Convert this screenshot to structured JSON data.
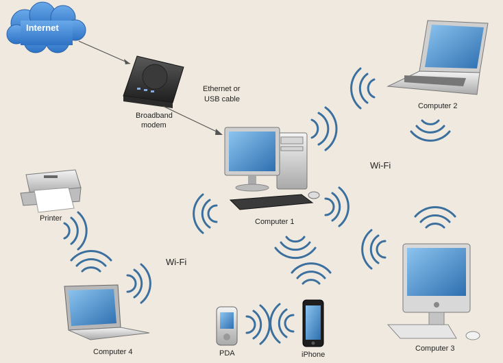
{
  "labels": {
    "internet": "Internet",
    "modem_line1": "Broadband",
    "modem_line2": "modem",
    "cable_line1": "Ethernet or",
    "cable_line2": "USB cable",
    "computer1": "Computer 1",
    "computer2": "Computer 2",
    "computer3": "Computer 3",
    "computer4": "Computer 4",
    "printer": "Printer",
    "pda": "PDA",
    "iphone": "iPhone",
    "wifi_right": "Wi-Fi",
    "wifi_left": "Wi-Fi"
  },
  "colors": {
    "background": "#efe9df",
    "wave": "#3a6f9e",
    "cloud": "#4a8fd6",
    "screen": "#3f86c8"
  }
}
